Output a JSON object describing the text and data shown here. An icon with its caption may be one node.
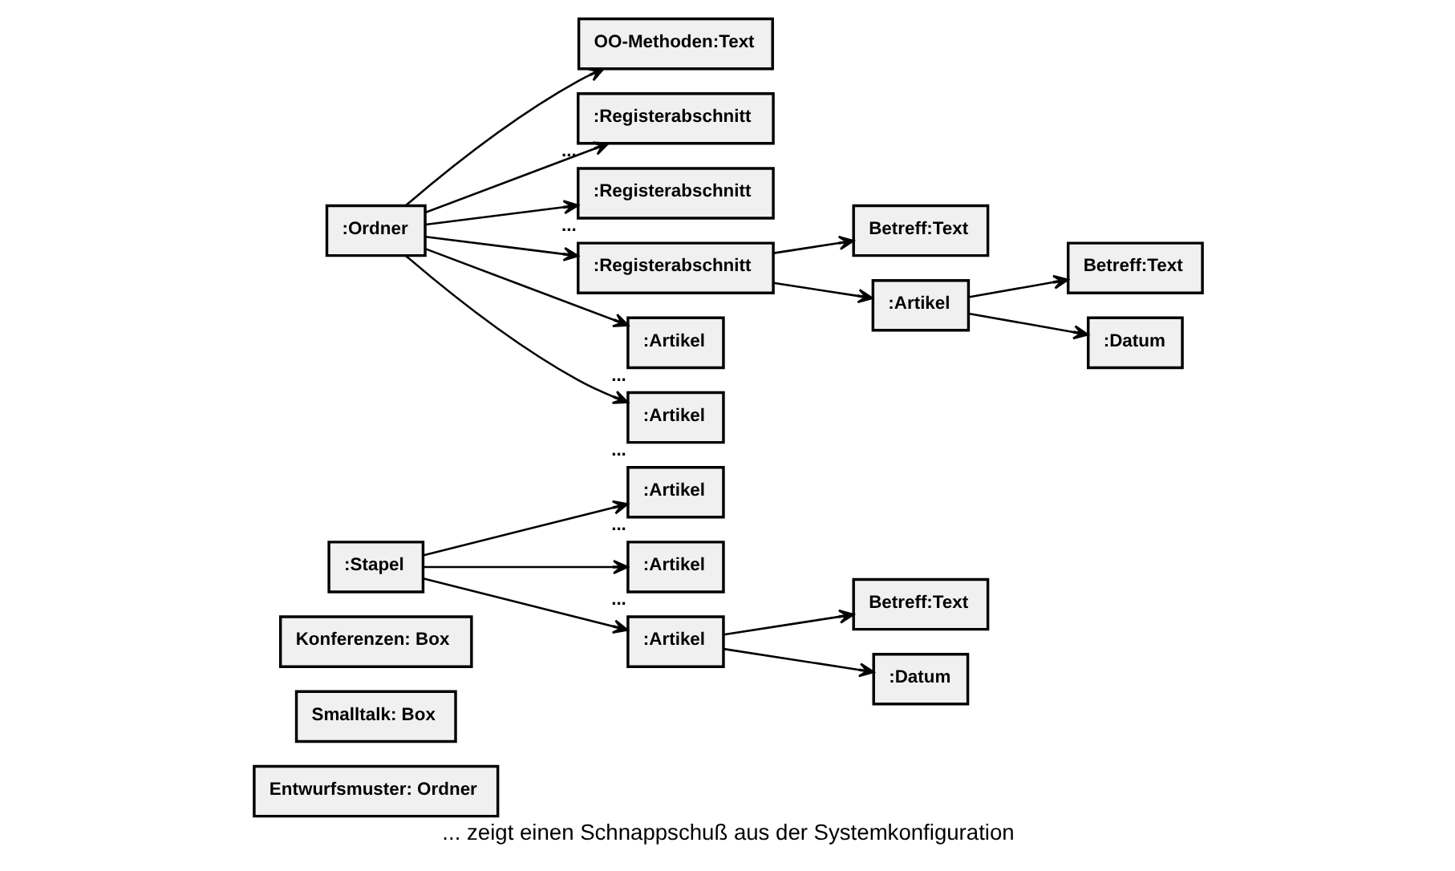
{
  "diagram": {
    "caption": "... zeigt einen Schnappschuß aus der Systemkonfiguration",
    "nodes": [
      {
        "text": [
          "Entwurfsmuster: Ordner"
        ]
      },
      {
        "text": [
          "Smalltalk: Box"
        ]
      },
      {
        "text": [
          "Konferenzen: Box"
        ]
      },
      {
        "text": [
          ":Stapel"
        ]
      },
      {
        "text": [
          ":Artikel"
        ],
        "beside": [
          "..."
        ]
      },
      {
        "text": [
          ":Artikel"
        ],
        "beside": [
          "..."
        ]
      },
      {
        "text": [
          ":Artikel"
        ]
      },
      {
        "text": [
          "Betreff:Text"
        ]
      },
      {
        "text": [
          ":Datum"
        ]
      },
      {
        "text": [
          ":Ordner"
        ]
      },
      {
        "text": [
          "OO-Methoden:Text"
        ]
      },
      {
        "text": [
          ":Registerabschnitt"
        ],
        "beside": [
          "..."
        ]
      },
      {
        "text": [
          ":Registerabschnitt"
        ],
        "beside": [
          "..."
        ]
      },
      {
        "text": [
          ":Registerabschnitt"
        ]
      },
      {
        "text": [
          "Betreff:Text"
        ]
      },
      {
        "text": [
          ":Artikel"
        ],
        "beside": [
          "..."
        ]
      },
      {
        "text": [
          ":Artikel"
        ],
        "beside": [
          "..."
        ]
      },
      {
        "text": [
          ":Artikel"
        ]
      },
      {
        "text": [
          "Betreff:Text"
        ]
      },
      {
        "text": [
          ":Datum"
        ]
      }
    ],
    "edges": [
      {
        "from": 3,
        "to": 4,
        "arrow": "to"
      },
      {
        "from": 3,
        "to": 5,
        "arrow": "to"
      },
      {
        "from": 3,
        "to": 6,
        "arrow": "to"
      },
      {
        "from": 6,
        "to": 7,
        "arrow": "to"
      },
      {
        "from": 6,
        "to": 8,
        "arrow": "to"
      },
      {
        "from": 9,
        "to": 10,
        "arrow": "to"
      },
      {
        "from": 9,
        "to": 11,
        "arrow": "to"
      },
      {
        "from": 9,
        "to": 12,
        "arrow": "to"
      },
      {
        "from": 9,
        "to": 13,
        "arrow": "to"
      },
      {
        "from": 9,
        "to": 15,
        "arrow": "to"
      },
      {
        "from": 9,
        "to": 16,
        "arrow": "to"
      },
      {
        "from": 13,
        "to": 14,
        "arrow": "to"
      },
      {
        "from": 13,
        "to": 17,
        "arrow": "to"
      },
      {
        "from": 17,
        "to": 18,
        "arrow": "to"
      },
      {
        "from": 17,
        "to": 19,
        "arrow": "to"
      }
    ]
  }
}
